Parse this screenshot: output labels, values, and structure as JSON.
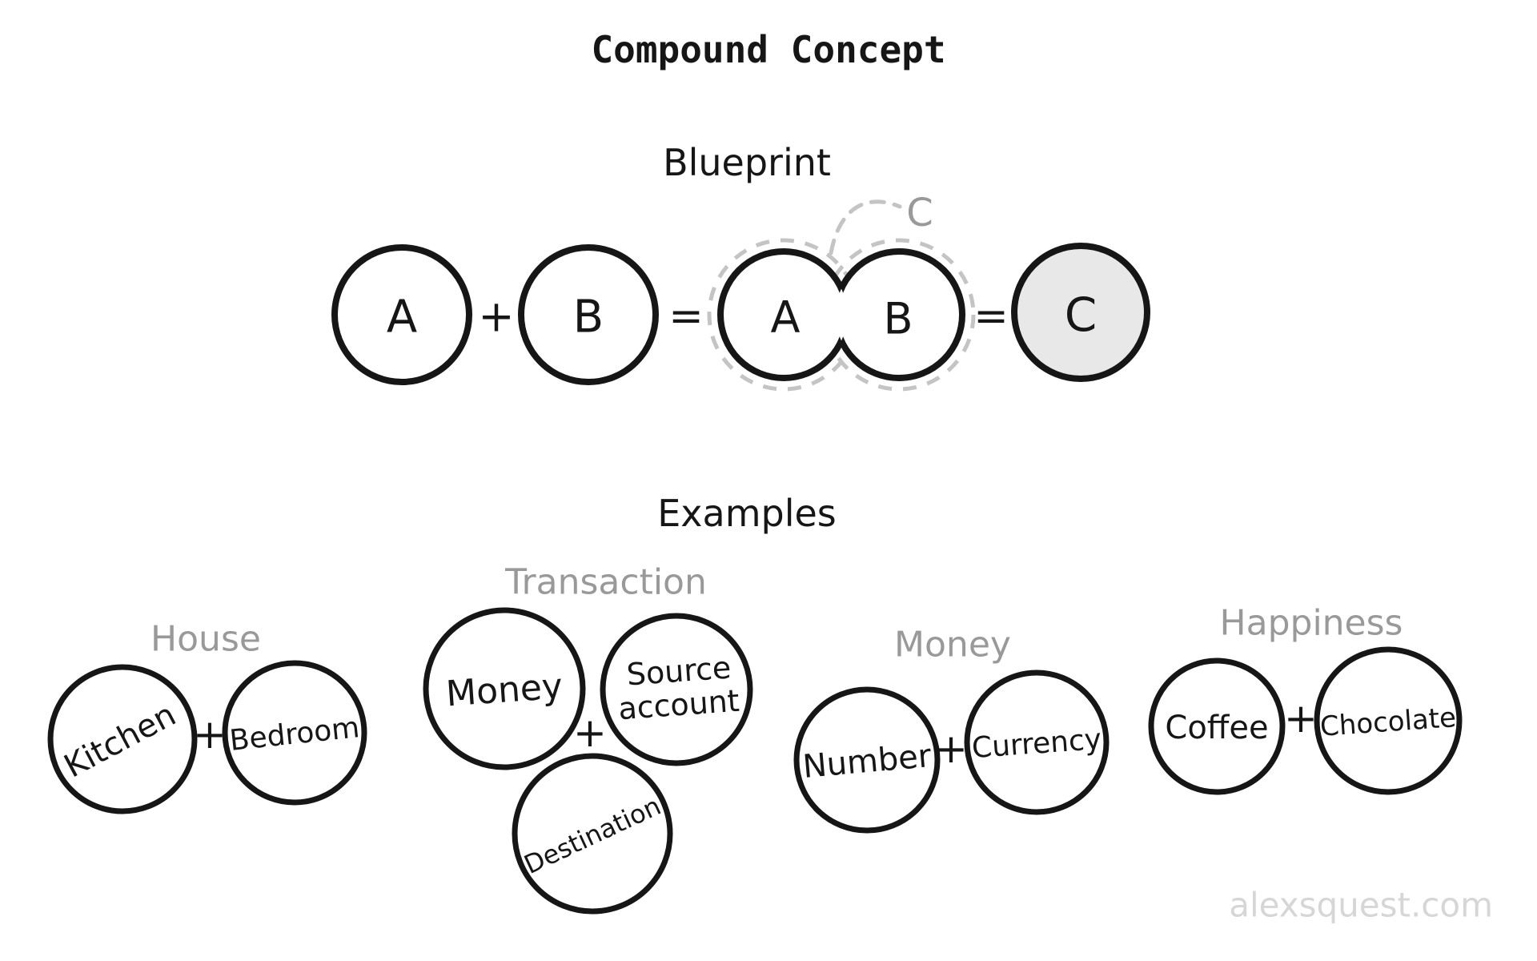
{
  "title": "Compound Concept",
  "watermark": "alexsquest.com",
  "colors": {
    "ink": "#161616",
    "section_gray": "#999999",
    "dashed_gray": "#c4c4c4",
    "c_circle_fill": "#e8e8e8",
    "watermark_gray": "#d6d6d6"
  },
  "blueprint": {
    "label": "Blueprint",
    "a": "A",
    "plus": "+",
    "b": "B",
    "equals": "=",
    "merged_a": "A",
    "merged_b": "B",
    "merged_c_label": "C",
    "equals2": "=",
    "c": "C"
  },
  "examples": {
    "label": "Examples",
    "items": [
      {
        "name": "House",
        "plus": "+",
        "parts": [
          "Kitchen",
          "Bedroom"
        ]
      },
      {
        "name": "Transaction",
        "plus": "+",
        "parts": [
          "Money",
          "Source account",
          "Destination"
        ],
        "source_lines": [
          "Source",
          "account"
        ]
      },
      {
        "name": "Money",
        "plus": "+",
        "parts": [
          "Number",
          "Currency"
        ]
      },
      {
        "name": "Happiness",
        "plus": "+",
        "parts": [
          "Coffee",
          "Chocolate"
        ]
      }
    ]
  }
}
